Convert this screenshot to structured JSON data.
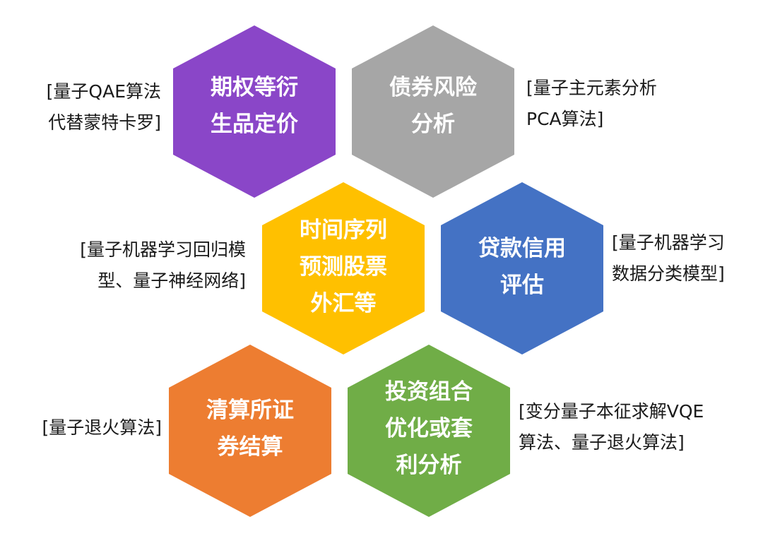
{
  "hexagons": [
    {
      "id": "option-pricing",
      "lines": [
        "期权等衍",
        "生品定价"
      ],
      "color": "#8A46C8"
    },
    {
      "id": "bond-risk",
      "lines": [
        "债券风险",
        "分析"
      ],
      "color": "#A6A6A6"
    },
    {
      "id": "time-series",
      "lines": [
        "时间序列",
        "预测股票",
        "外汇等"
      ],
      "color": "#FFC000"
    },
    {
      "id": "credit-scoring",
      "lines": [
        "贷款信用",
        "评估"
      ],
      "color": "#4472C4"
    },
    {
      "id": "clearing",
      "lines": [
        "清算所证",
        "券结算"
      ],
      "color": "#ED7D31"
    },
    {
      "id": "portfolio",
      "lines": [
        "投资组合",
        "优化或套",
        "利分析"
      ],
      "color": "#70AD47"
    }
  ],
  "notes": {
    "option_pricing": [
      "[量子QAE算法",
      "代替蒙特卡罗]"
    ],
    "bond_risk": [
      "[量子主元素分析",
      "PCA算法]"
    ],
    "time_series": [
      "[量子机器学习回归模",
      "型、量子神经网络]"
    ],
    "credit_scoring": [
      "[量子机器学习",
      "数据分类模型]"
    ],
    "clearing": [
      "[量子退火算法]"
    ],
    "portfolio": [
      "[变分量子本征求解VQE",
      "算法、量子退火算法]"
    ]
  }
}
